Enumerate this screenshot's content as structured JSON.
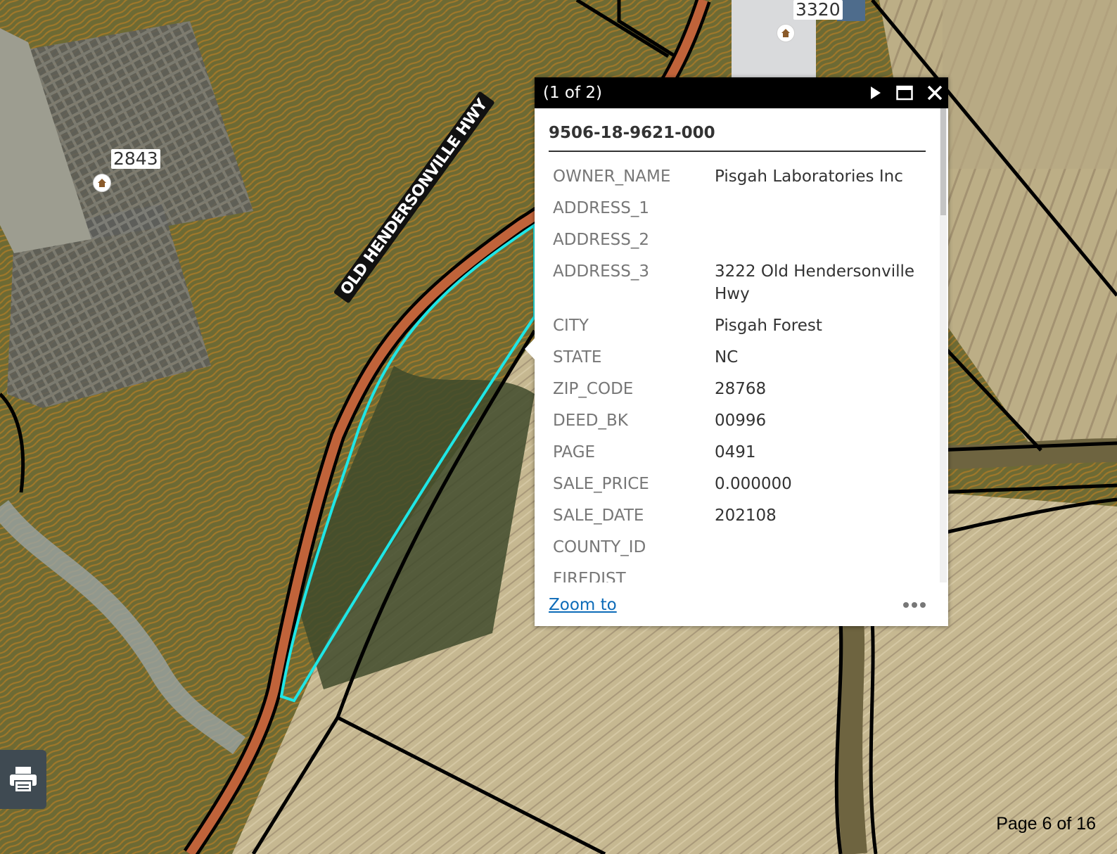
{
  "map": {
    "address_labels": [
      "2843",
      "3320"
    ],
    "road_label": "OLD HENDERSONVILLE HWY",
    "colors": {
      "contour": "#a0782a",
      "parcel_line": "#000000",
      "selection": "#1fe6e6",
      "road_fill": "#c0633a",
      "hillside": "#6f6a30",
      "field": "#c3b48c"
    },
    "icons": {
      "poi": "house-icon",
      "print": "printer-icon"
    }
  },
  "popup": {
    "count": "(1 of 2)",
    "title": "9506-18-9621-000",
    "fields": [
      {
        "key": "OWNER_NAME",
        "value": "Pisgah Laboratories Inc"
      },
      {
        "key": "ADDRESS_1",
        "value": ""
      },
      {
        "key": "ADDRESS_2",
        "value": ""
      },
      {
        "key": "ADDRESS_3",
        "value": "3222 Old Hendersonville Hwy"
      },
      {
        "key": "CITY",
        "value": "Pisgah Forest"
      },
      {
        "key": "STATE",
        "value": "NC"
      },
      {
        "key": "ZIP_CODE",
        "value": "28768"
      },
      {
        "key": "DEED_BK",
        "value": "00996"
      },
      {
        "key": "PAGE",
        "value": "0491"
      },
      {
        "key": "SALE_PRICE",
        "value": "0.000000"
      },
      {
        "key": "SALE_DATE",
        "value": "202108"
      },
      {
        "key": "COUNTY_ID",
        "value": ""
      },
      {
        "key": "FIREDIST",
        "value": ""
      }
    ],
    "zoom_to_label": "Zoom to",
    "icons": {
      "next": "play-next-icon",
      "maximize": "maximize-icon",
      "close": "close-icon",
      "more": "more-options-icon"
    }
  },
  "page_number": "Page 6 of 16"
}
